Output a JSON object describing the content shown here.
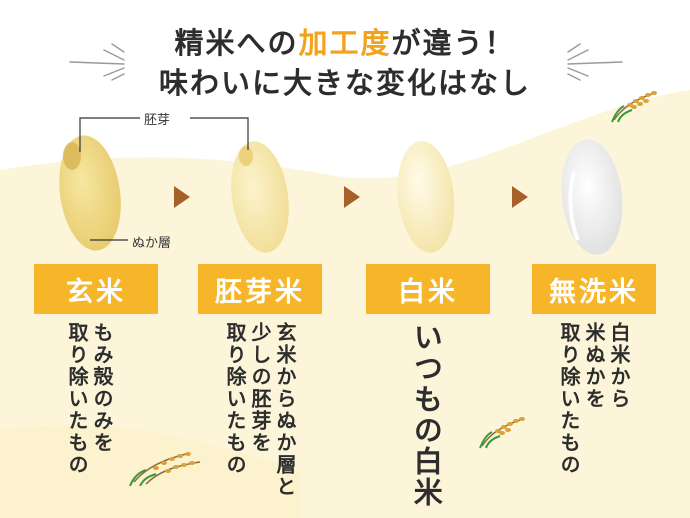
{
  "title": {
    "line1_before": "精米への",
    "line1_highlight": "加工度",
    "line1_after": "が違う！",
    "line2": "味わいに大きな変化はなし"
  },
  "annotations": {
    "germ": "胚芽",
    "bran": "ぬか層"
  },
  "stages": [
    {
      "label": "玄米",
      "desc": [
        "もみ殻のみを",
        "取り除いたもの"
      ]
    },
    {
      "label": "胚芽米",
      "desc": [
        "玄米からぬか層と",
        "少しの胚芽を",
        "取り除いたもの"
      ]
    },
    {
      "label": "白米",
      "desc": [
        "いつもの白米"
      ]
    },
    {
      "label": "無洗米",
      "desc": [
        "白米から",
        "米ぬかを",
        "取り除いたもの"
      ]
    }
  ],
  "colors": {
    "accent": "#f7b529",
    "highlight_text": "#f2a21c",
    "arrow": "#a8602a",
    "background_wave": "#fdf5da"
  },
  "icons": [
    "rice-plant-icon",
    "arrow-right-icon",
    "sparkle-lines-icon"
  ]
}
